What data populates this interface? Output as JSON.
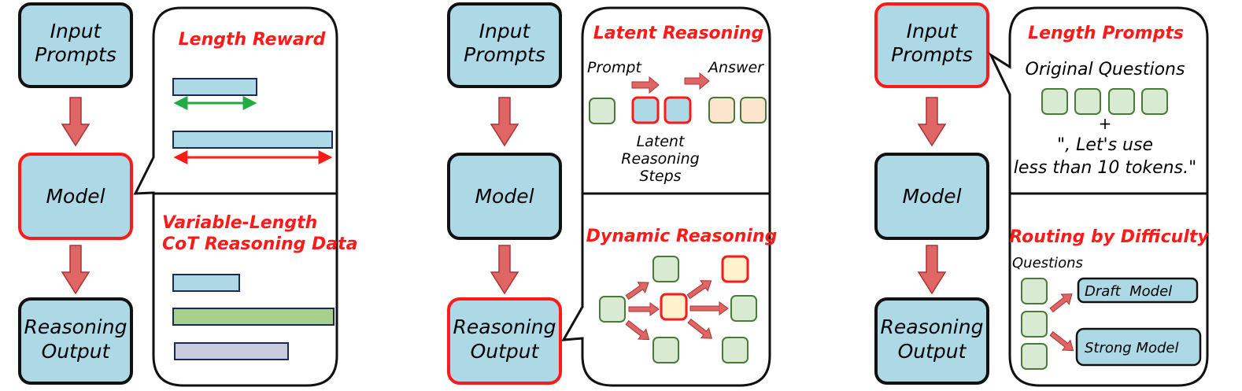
{
  "colors": {
    "box_fill": "#add8e6",
    "box_stroke": "#111111",
    "highlight_stroke": "#ff1a1a",
    "title_red": "#ff1a1a",
    "arrow_fill": "#e06666",
    "green_square": "#d9ead3",
    "peach_square": "#fce5cd",
    "yellow_square": "#fff2cc",
    "green_bar": "#a8d08d",
    "grey_bar": "#c8cbdc",
    "green_arrow": "#22aa44"
  },
  "pipeline": {
    "input": "Input\nPrompts",
    "model": "Model",
    "output": "Reasoning\nOutput"
  },
  "panel1": {
    "highlight": "model",
    "top_title": "Length Reward",
    "bottom_title": "Variable-Length\nCoT Reasoning Data"
  },
  "panel2": {
    "highlight": "output",
    "top_title": "Latent Reasoning",
    "prompt_label": "Prompt",
    "answer_label": "Answer",
    "latent_label": "Latent\nReasoning\nSteps",
    "bottom_title": "Dynamic Reasoning"
  },
  "panel3": {
    "highlight": "input",
    "top_title": "Length Prompts",
    "questions_label": "Original Questions",
    "plus": "+",
    "prompt_text": "\", Let's use\nless than 10 tokens.\"",
    "bottom_title": "Routing by Difficulty",
    "questions_small": "Questions",
    "draft_model": "Draft  Model",
    "strong_model": "Strong Model"
  }
}
